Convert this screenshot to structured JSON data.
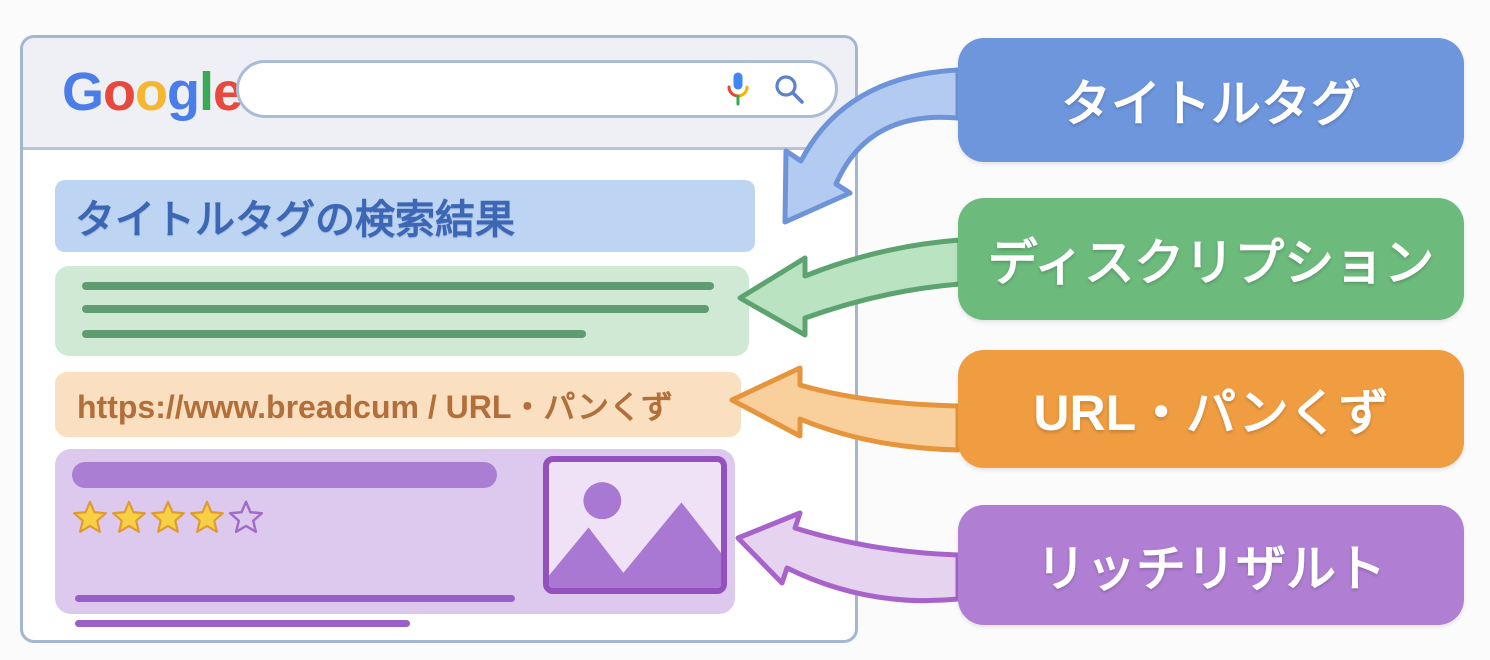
{
  "browser": {
    "logo": {
      "letters": [
        {
          "char": "G",
          "color": "#4a7de8"
        },
        {
          "char": "o",
          "color": "#e8493c"
        },
        {
          "char": "o",
          "color": "#f5b631"
        },
        {
          "char": "g",
          "color": "#4a7de8"
        },
        {
          "char": "l",
          "color": "#3aa857"
        },
        {
          "char": "e",
          "color": "#e8493c"
        }
      ]
    },
    "search": {
      "value": "",
      "placeholder": ""
    },
    "results": {
      "title": "タイトルタグの検索結果",
      "description_lines": 3,
      "url": "https://www.breadcum / URL・パンくず",
      "rich_result": {
        "stars_filled": 4,
        "stars_total": 5,
        "text_lines": 2
      }
    }
  },
  "labels": {
    "title_tag": {
      "text": "タイトルタグ",
      "bg": "#6e96dc",
      "arrow_fill": "#b3cbf0",
      "arrow_stroke": "#6d94d8"
    },
    "description": {
      "text": "ディスクリプション",
      "bg": "#6cba7c",
      "arrow_fill": "#b9e3c1",
      "arrow_stroke": "#5ca370"
    },
    "url_breadcrumb": {
      "text": "URL・パンくず",
      "bg": "#f09c40",
      "arrow_fill": "#f9d09c",
      "arrow_stroke": "#e6953c"
    },
    "rich_result": {
      "text": "リッチリザルト",
      "bg": "#b07fd3",
      "arrow_fill": "#e6d3f0",
      "arrow_stroke": "#a763c9"
    }
  },
  "colors": {
    "page_bg": "#fbfbfc",
    "browser_border": "#a3b6d2",
    "header_bg": "#eef0f5",
    "title_box_bg": "#bed4f3",
    "title_text": "#3c67b4",
    "desc_box_bg": "#cfe9d4",
    "desc_line": "#5f9c72",
    "url_box_bg": "#fadfc1",
    "url_text": "#b26f3a",
    "rich_box_bg": "#ddc9ee",
    "rich_bar": "#aa7ed2",
    "rich_line": "#9b60c7",
    "rich_image_border": "#9451bd",
    "rich_image_fill": "#a978d2",
    "star_fill": "#f8d043",
    "star_stroke": "#dd9a35",
    "star_empty_stroke": "#a36bc8",
    "mic_blue": "#4285F4",
    "mic_red": "#EA4335",
    "mic_yellow": "#F4B400",
    "mic_green": "#34A853",
    "magnifier": "#5b82ca"
  }
}
